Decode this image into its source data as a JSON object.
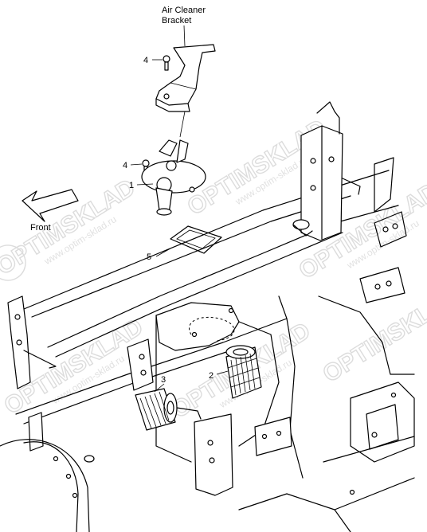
{
  "diagram": {
    "title_line1": "Air Cleaner",
    "title_line2": "Bracket",
    "direction_label": "Front",
    "callouts": {
      "c1": "1",
      "c2": "2",
      "c3": "3",
      "c4a": "4",
      "c4b": "4",
      "c5": "5"
    }
  },
  "watermark": {
    "brand": "OPTIMSKLAD",
    "url": "www.optim-sklad.ru"
  }
}
